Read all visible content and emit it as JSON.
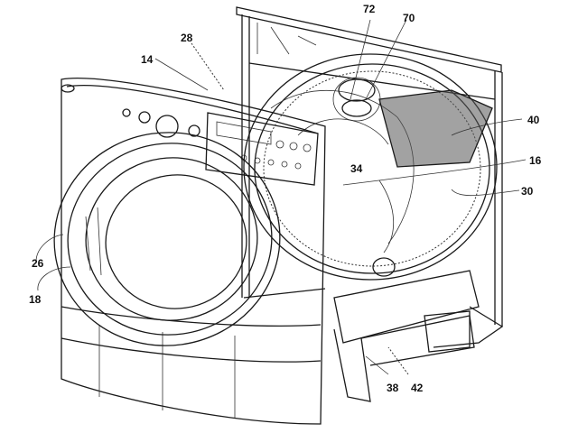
{
  "figure": {
    "subject": "front-load appliance exploded view",
    "labels": {
      "l72": "72",
      "l70": "70",
      "l28": "28",
      "l14": "14",
      "l40": "40",
      "l16": "16",
      "l30": "30",
      "l34": "34",
      "l26": "26",
      "l18": "18",
      "l38": "38",
      "l42": "42"
    }
  }
}
